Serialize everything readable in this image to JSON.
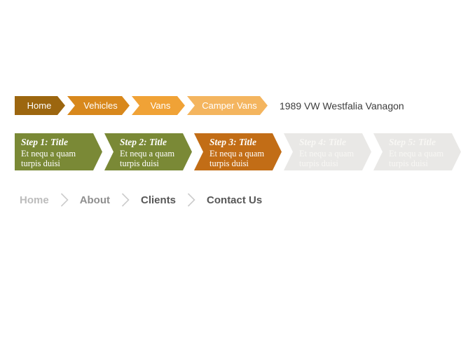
{
  "arrow_breadcrumb": {
    "items": [
      {
        "label": "Home",
        "color": "#9c660f"
      },
      {
        "label": "Vehicles",
        "color": "#d8881c"
      },
      {
        "label": "Vans",
        "color": "#f0a236"
      },
      {
        "label": "Camper Vans",
        "color": "#f4b55f"
      }
    ],
    "current_page_label": "1989 VW Westfalia Vanagon",
    "current_page_color": "#3c3c3c"
  },
  "step_breadcrumb": {
    "items": [
      {
        "title": "Step 1: Title",
        "description": "Et nequ a quam turpis duisi",
        "color": "#7a8936",
        "text_color": "#ffffff",
        "state": "completed"
      },
      {
        "title": "Step 2: Title",
        "description": "Et nequ a quam turpis duisi",
        "color": "#7a8936",
        "text_color": "#ffffff",
        "state": "completed"
      },
      {
        "title": "Step 3: Title",
        "description": "Et nequ a quam turpis duisi",
        "color": "#c26d16",
        "text_color": "#ffffff",
        "state": "active"
      },
      {
        "title": "Step 4: Title",
        "description": "Et nequ a quam turpis duisi",
        "color": "#e9e8e6",
        "text_color": "#f8f7f4",
        "state": "upcoming"
      },
      {
        "title": "Step 5: Title",
        "description": "Et nequ a quam turpis duisi",
        "color": "#e9e8e6",
        "text_color": "#f8f7f4",
        "state": "upcoming"
      }
    ]
  },
  "text_breadcrumb": {
    "separator_color": "#cccccc",
    "items": [
      {
        "label": "Home",
        "color": "#bcbcbc"
      },
      {
        "label": "About",
        "color": "#8f8f8f"
      },
      {
        "label": "Clients",
        "color": "#575757"
      },
      {
        "label": "Contact Us",
        "color": "#575757"
      }
    ]
  }
}
